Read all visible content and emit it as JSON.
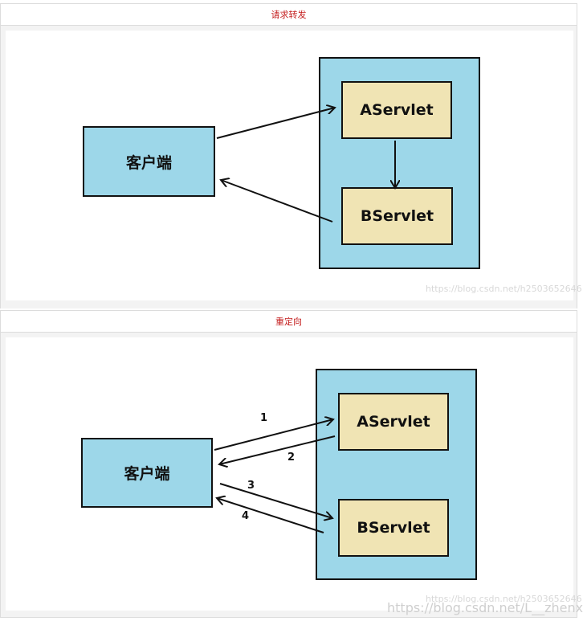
{
  "forward_section": {
    "header": "请求转发",
    "client_label": "客户端",
    "servlet_a_label": "AServlet",
    "servlet_b_label": "BServlet",
    "watermark": "https://blog.csdn.net/h2503652646"
  },
  "redirect_section": {
    "header": "重定向",
    "client_label": "客户端",
    "servlet_a_label": "AServlet",
    "servlet_b_label": "BServlet",
    "steps": [
      "1",
      "2",
      "3",
      "4"
    ],
    "watermark_small": "https://blog.csdn.net/h2503652646",
    "watermark_large": "https://blog.csdn.net/L__zhenxiang"
  },
  "colors": {
    "header_text": "#c41e1e",
    "client_fill": "#9dd7e9",
    "container_fill": "#9dd7e9",
    "servlet_fill": "#f0e4b4",
    "outline": "#111111"
  }
}
